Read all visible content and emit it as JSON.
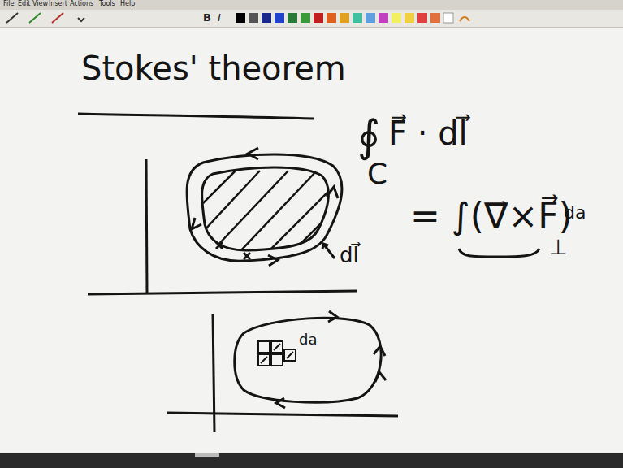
{
  "diagram": {
    "title": "Stokes' theorem",
    "labels": [
      "File",
      "Edit",
      "View",
      "Insert",
      "Actions",
      "Tools",
      "Help",
      "B",
      "I",
      "∮",
      "F⃗ · dl⃗",
      "C",
      "= ∫(∇⃗×F⃗)",
      "da",
      "⊥",
      "dl⃗",
      "da"
    ]
  }
}
